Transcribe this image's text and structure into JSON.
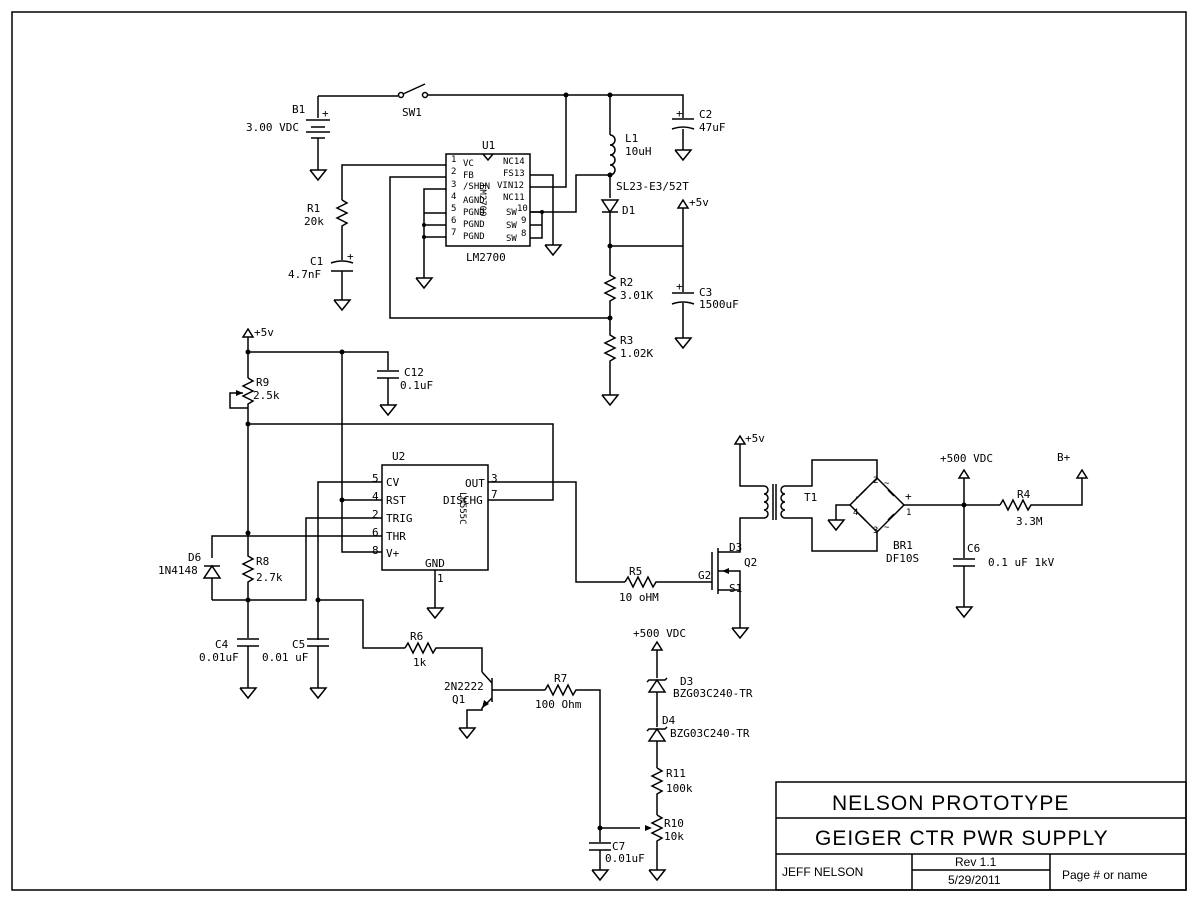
{
  "title_block": {
    "project": "NELSON PROTOTYPE",
    "drawing_title": "GEIGER CTR PWR SUPPLY",
    "author": "JEFF NELSON",
    "revision": "Rev 1.1",
    "date": "5/29/2011",
    "page": "Page # or name"
  },
  "components": {
    "B1": {
      "ref": "B1",
      "value": "3.00 VDC"
    },
    "SW1": {
      "ref": "SW1"
    },
    "U1": {
      "ref": "U1",
      "part": "LM2700",
      "body_text": "LM2700",
      "pins_left": [
        "1",
        "2",
        "3",
        "4",
        "5",
        "6",
        "7"
      ],
      "pins_left_names": [
        "VC",
        "FB",
        "/SHDN",
        "AGND",
        "PGND",
        "PGND",
        "PGND"
      ],
      "pins_right_names": [
        "NC14",
        "FS13",
        "VIN12",
        "NC11",
        "SW",
        "SW",
        "SW"
      ],
      "pins_right_nums": [
        "10",
        "9",
        "8"
      ]
    },
    "C2": {
      "ref": "C2",
      "value": "47uF"
    },
    "L1": {
      "ref": "L1",
      "value": "10uH"
    },
    "D1": {
      "ref": "D1",
      "part": "SL23-E3/52T"
    },
    "R1": {
      "ref": "R1",
      "value": "20k"
    },
    "C1": {
      "ref": "C1",
      "value": "4.7nF"
    },
    "R2": {
      "ref": "R2",
      "value": "3.01K"
    },
    "C3": {
      "ref": "C3",
      "value": "1500uF"
    },
    "R3": {
      "ref": "R3",
      "value": "1.02K"
    },
    "U2": {
      "ref": "U2",
      "part": "LM555C",
      "pins_left": [
        "5",
        "4",
        "2",
        "6",
        "8"
      ],
      "pins_left_names": [
        "CV",
        "RST",
        "TRIG",
        "THR",
        "V+"
      ],
      "pins_right_names": [
        "OUT",
        "DISCHG"
      ],
      "pins_right_nums": [
        "3",
        "7"
      ],
      "gnd_name": "GND",
      "gnd_num": "1"
    },
    "C12": {
      "ref": "C12",
      "value": "0.1uF"
    },
    "R9": {
      "ref": "R9",
      "value": "2.5k"
    },
    "D6": {
      "ref": "D6",
      "part": "1N4148"
    },
    "R8": {
      "ref": "R8",
      "value": "2.7k"
    },
    "C4": {
      "ref": "C4",
      "value": "0.01uF"
    },
    "C5": {
      "ref": "C5",
      "value": "0.01 uF"
    },
    "R6": {
      "ref": "R6",
      "value": "1k"
    },
    "Q1": {
      "ref": "Q1",
      "part": "2N2222"
    },
    "R7": {
      "ref": "R7",
      "value": "100 Ohm"
    },
    "R5": {
      "ref": "R5",
      "value": "10 oHM"
    },
    "Q2": {
      "ref": "Q2",
      "pin_d": "D3",
      "pin_g": "G2",
      "pin_s": "S1"
    },
    "T1": {
      "ref": "T1"
    },
    "BR1": {
      "ref": "BR1",
      "part": "DF10S",
      "pins": [
        "2",
        "4",
        "3",
        "1"
      ]
    },
    "R4": {
      "ref": "R4",
      "value": "3.3M"
    },
    "C6": {
      "ref": "C6",
      "value": "0.1 uF 1kV"
    },
    "D3": {
      "ref": "D3",
      "part": "BZG03C240-TR"
    },
    "D4": {
      "ref": "D4",
      "part": "BZG03C240-TR"
    },
    "R11": {
      "ref": "R11",
      "value": "100k"
    },
    "R10": {
      "ref": "R10",
      "value": "10k"
    },
    "C7": {
      "ref": "C7",
      "value": "0.01uF"
    }
  },
  "nets": {
    "vcc5_a": "+5v",
    "vcc5_b": "+5v",
    "vcc5_c": "+5v",
    "hv_a": "+500 VDC",
    "hv_b": "+500 VDC",
    "bplus": "B+"
  },
  "symbols": {
    "plus": "+",
    "minus": "-",
    "tilde": "~"
  }
}
